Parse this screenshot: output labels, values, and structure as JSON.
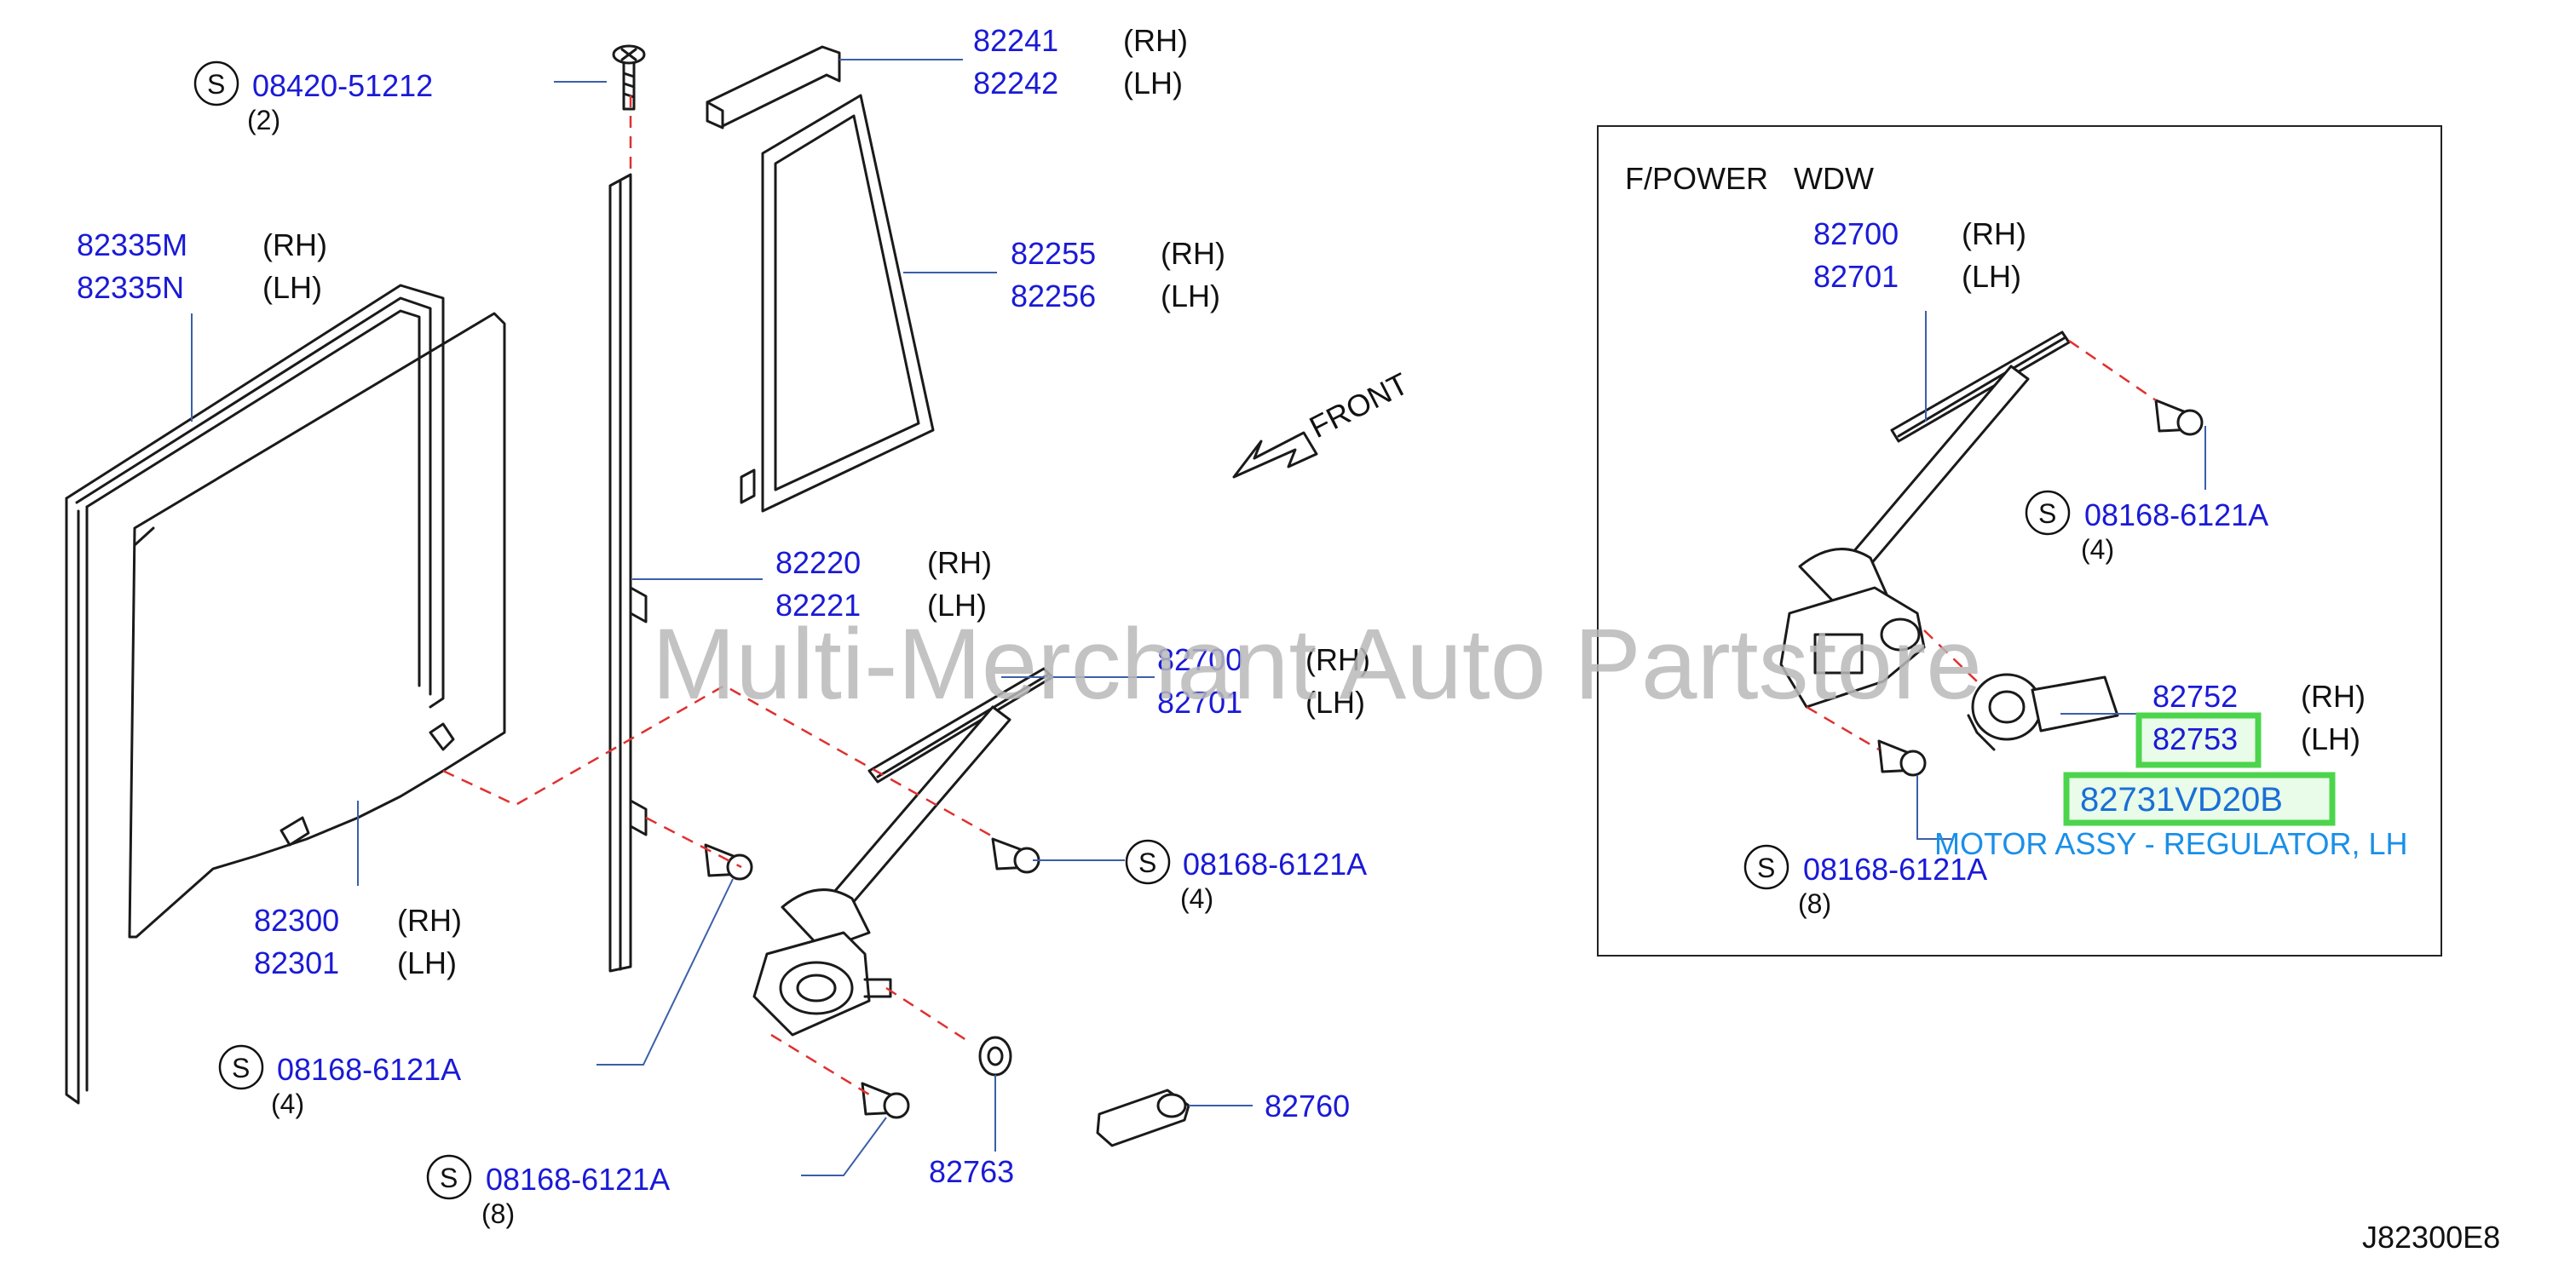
{
  "labels": {
    "screw_pn": "08420-51212",
    "screw_qty": "(2)",
    "sash_upper_rh": "82241",
    "sash_upper_lh": "82242",
    "quarter_glass_rh": "82255",
    "quarter_glass_lh": "82256",
    "run_rh": "82335M",
    "run_lh": "82335N",
    "sash_rh": "82220",
    "sash_lh": "82221",
    "regulator_rh": "82700",
    "regulator_lh": "82701",
    "bolt_a_pn": "08168-6121A",
    "bolt_a_qty": "(4)",
    "glass_rh": "82300",
    "glass_lh": "82301",
    "bolt_b_pn": "08168-6121A",
    "bolt_b_qty": "(4)",
    "handle": "82760",
    "washer": "82763",
    "bolt_c_pn": "08168-6121A",
    "bolt_c_qty": "(8)",
    "front_label": "FRONT",
    "s_mark": "S",
    "rh": "(RH)",
    "lh": "(LH)"
  },
  "inset": {
    "title": "F/POWER   WDW",
    "regulator_rh": "82700",
    "regulator_lh": "82701",
    "bolt_top_pn": "08168-6121A",
    "bolt_top_qty": "(4)",
    "motor_rh": "82752",
    "motor_lh": "82753",
    "bolt_bottom_pn": "08168-6121A",
    "bolt_bottom_qty": "(8)"
  },
  "highlight": {
    "part_number": "82731VD20B",
    "description": "MOTOR ASSY - REGULATOR, LH",
    "color": "#4cd44c"
  },
  "watermark": "Multi-Merchant Auto Partstore",
  "figure_code": "J82300E8"
}
